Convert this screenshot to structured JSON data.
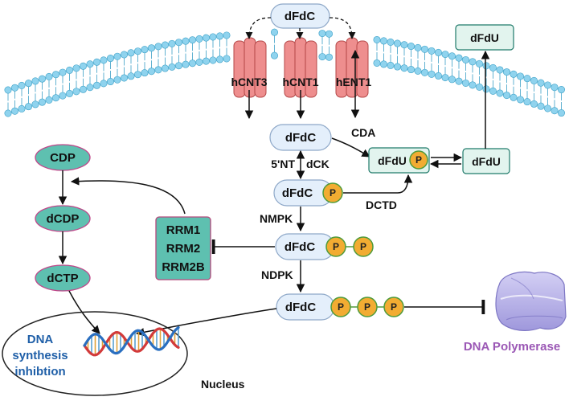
{
  "colors": {
    "membrane": "#8fd3ee",
    "membrane_edge": "#3a9fc6",
    "transporter": "#ee8e8e",
    "transporter_edge": "#b44747",
    "pill_fill": "#e4effb",
    "pill_edge": "#8ea8c8",
    "phosphate_fill": "#f2ac32",
    "phosphate_edge": "#4f9b3b",
    "teal_fill": "#5ec0b0",
    "teal_edge": "#c0478a",
    "dfdu_fill": "#e2f4ee",
    "dfdu_edge": "#1f7a6a",
    "rrm_fill": "#5ec0b0",
    "rrm_edge": "#b5497c",
    "polymerase": "#b8b3e8",
    "polymerase_label": "#9b58b5",
    "dna_label": "#1f5fa8"
  },
  "transporters": [
    "hCNT3",
    "hCNT1",
    "hENT1"
  ],
  "molecules": {
    "extracellular": "dFdC",
    "intracellular": "dFdC",
    "monophosphate": "dFdC",
    "diphosphate": "dFdC",
    "triphosphate": "dFdC",
    "phosphate": "P"
  },
  "metabolites": {
    "dfdu_mp": "dFdU",
    "dfdu_mid": "dFdU",
    "dfdu_out": "dFdU"
  },
  "enzymes": {
    "cda": "CDA",
    "nt5": "5'NT",
    "dck": "dCK",
    "dctd": "DCTD",
    "nmpk": "NMPK",
    "ndpk": "NDPK"
  },
  "pathway": {
    "cdp": "CDP",
    "dcdp": "dCDP",
    "dctp": "dCTP"
  },
  "rrm": [
    "RRM1",
    "RRM2",
    "RRM2B"
  ],
  "nucleus": {
    "label": "Nucleus",
    "text_lines": [
      "DNA",
      "synthesis",
      "inhibtion"
    ]
  },
  "polymerase_label": "DNA Polymerase",
  "icons": [
    "dna-helix-icon",
    "dna-polymerase-icon",
    "lipid-bilayer-membrane"
  ]
}
